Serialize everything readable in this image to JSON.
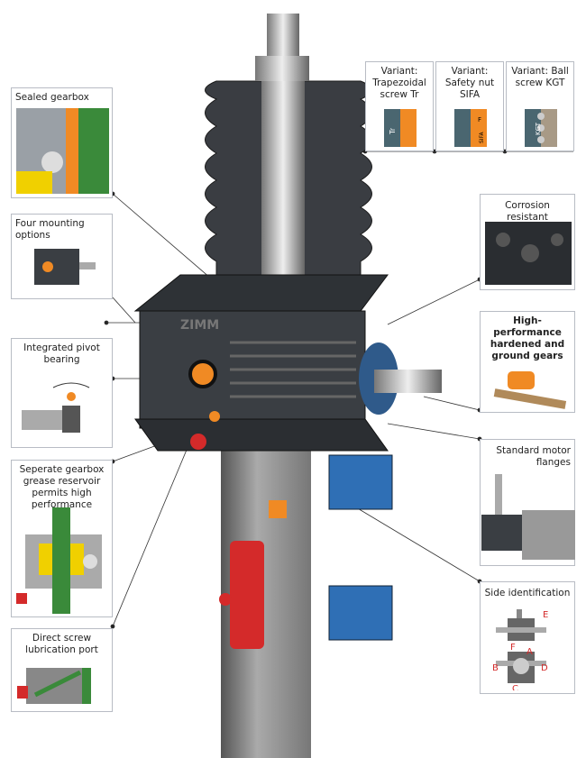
{
  "callouts_left": [
    {
      "label": "Sealed gearbox"
    },
    {
      "label": "Four mounting options"
    },
    {
      "label": "Integrated pivot bearing"
    },
    {
      "label": "Seperate gearbox grease reservoir permits high performance"
    },
    {
      "label": "Direct screw lubrication port"
    }
  ],
  "variants": [
    {
      "label": "Variant: Trapezoidal screw Tr",
      "tag": "Tr"
    },
    {
      "label": "Variant: Safety nut SIFA",
      "tag": "SIFA",
      "arrow": "F"
    },
    {
      "label": "Variant: Ball screw KGT",
      "tag": "KGT"
    }
  ],
  "callouts_right": [
    {
      "label": "Corrosion resistant"
    },
    {
      "label": "High-performance hardened and ground gears"
    },
    {
      "label": "Standard motor flanges"
    },
    {
      "label": "Side identification",
      "sides": [
        "A",
        "B",
        "C",
        "D",
        "E",
        "F"
      ]
    }
  ],
  "housing_logo": "ZIMM",
  "colors": {
    "orange": "#f08a24",
    "slate": "#4a6670",
    "red": "#d42a2a",
    "blue": "#2f6fb5",
    "housing": "#2e3236"
  }
}
